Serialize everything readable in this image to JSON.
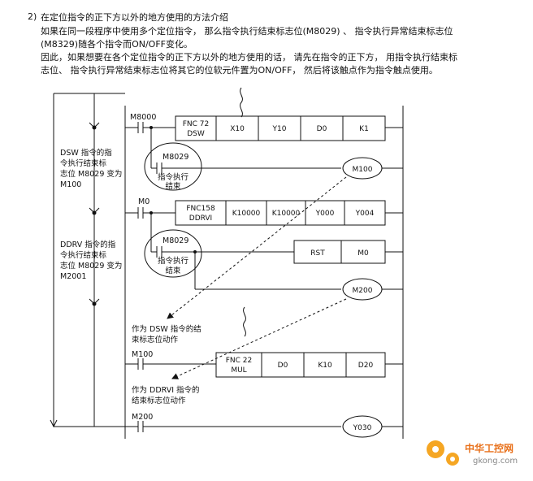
{
  "intro": {
    "number": "2)",
    "line1": "在定位指令的正下方以外的地方使用的方法介绍",
    "line2": "如果在同一段程序中使用多个定位指令， 那么指令执行结束标志位(M8029) 、 指令执行异常结束标志位",
    "line3": "(M8329)随各个指令而ON/OFF变化。",
    "line4": "因此，如果想要在各个定位指令的正下方以外的地方使用的话， 请先在指令的正下方， 用指令执行结束标",
    "line5": "志位、 指令执行异常结束标志位将其它的位软元件置为ON/OFF， 然后将该触点作为指令触点使用。"
  },
  "ladder": {
    "rung1": {
      "contact": "M8000",
      "func_l1": "FNC 72",
      "func_l2": "DSW",
      "ops": [
        "X10",
        "Y10",
        "D0",
        "K1"
      ]
    },
    "rung2": {
      "contact": "M8029",
      "coil": "M100"
    },
    "rung3": {
      "contact": "M0",
      "func_l1": "FNC158",
      "func_l2": "DDRVI",
      "ops": [
        "K10000",
        "K10000",
        "Y000",
        "Y004"
      ]
    },
    "rung4": {
      "contact": "M8029",
      "rst": "RST",
      "rst_target": "M0",
      "coil": "M200"
    },
    "rung5": {
      "contact": "M100",
      "func_l1": "FNC 22",
      "func_l2": "MUL",
      "ops": [
        "D0",
        "K10",
        "D20"
      ]
    },
    "rung6": {
      "contact": "M200",
      "coil": "Y030"
    },
    "callout1": [
      "指令执行",
      "结束"
    ],
    "callout2": [
      "指令执行",
      "结束"
    ],
    "note_left1": [
      "DSW 指令的指",
      "令执行结束标",
      "志位 M8029 变为",
      "M100"
    ],
    "note_left2": [
      "DDRV 指令的指",
      "令执行结束标",
      "志位 M8029 变为",
      "M2001"
    ],
    "note_mid1": [
      "作为 DSW 指令的结",
      "束标志位动作"
    ],
    "note_mid2": [
      "作为 DDRVI 指令的",
      "结束标志位动作"
    ]
  },
  "watermark": {
    "brand": "中华工控网",
    "url": "gkong.com"
  }
}
